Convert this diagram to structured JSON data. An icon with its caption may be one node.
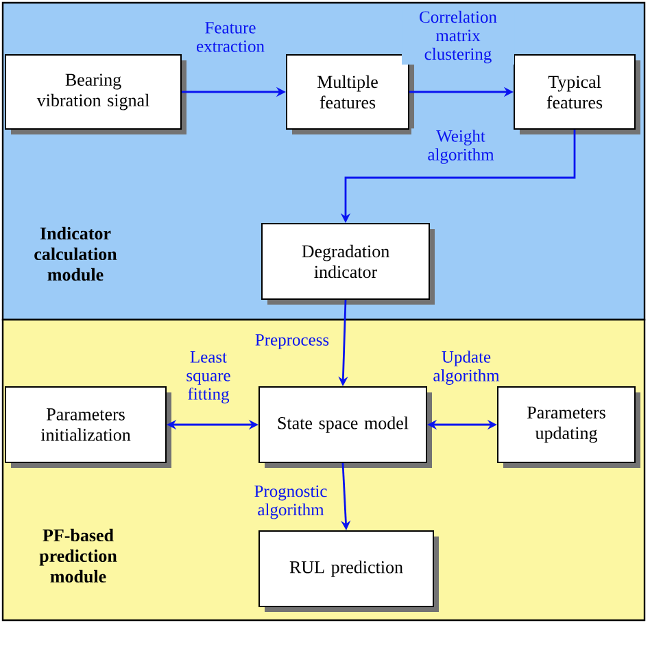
{
  "diagram": {
    "nodes": [
      {
        "text": [
          "Indicator calculation module"
        ]
      },
      {
        "text": [
          "Bearing vibration signal"
        ],
        "in": 0
      },
      {
        "text": [
          "Multiple features"
        ],
        "in": 0
      },
      {
        "text": [
          "Typical features"
        ],
        "in": 0
      },
      {
        "text": [
          "Degradation indicator"
        ],
        "in": 0
      },
      {
        "text": [
          "PF-based prediction module"
        ]
      },
      {
        "text": [
          "Parameters initialization"
        ],
        "in": 5
      },
      {
        "text": [
          "State space model"
        ],
        "in": 5
      },
      {
        "text": [
          "Parameters updating"
        ],
        "in": 5
      },
      {
        "text": [
          "RUL prediction"
        ],
        "in": 5
      }
    ],
    "edges": [
      {
        "from": 1,
        "to": 2,
        "arrow": "to",
        "label": "Feature extraction"
      },
      {
        "from": 2,
        "to": 3,
        "arrow": "to",
        "label": "Correlation matrix clustering"
      },
      {
        "from": 3,
        "to": 4,
        "arrow": "to",
        "label": "Weight algorithm"
      },
      {
        "from": 4,
        "to": 7,
        "arrow": "to",
        "label": "Preprocess"
      },
      {
        "from": 6,
        "to": 7,
        "arrow": "both",
        "label": "Least square fitting"
      },
      {
        "from": 7,
        "to": 8,
        "arrow": "both",
        "label": "Update algorithm"
      },
      {
        "from": 7,
        "to": 9,
        "arrow": "to",
        "label": "Prognostic algorithm"
      }
    ]
  }
}
